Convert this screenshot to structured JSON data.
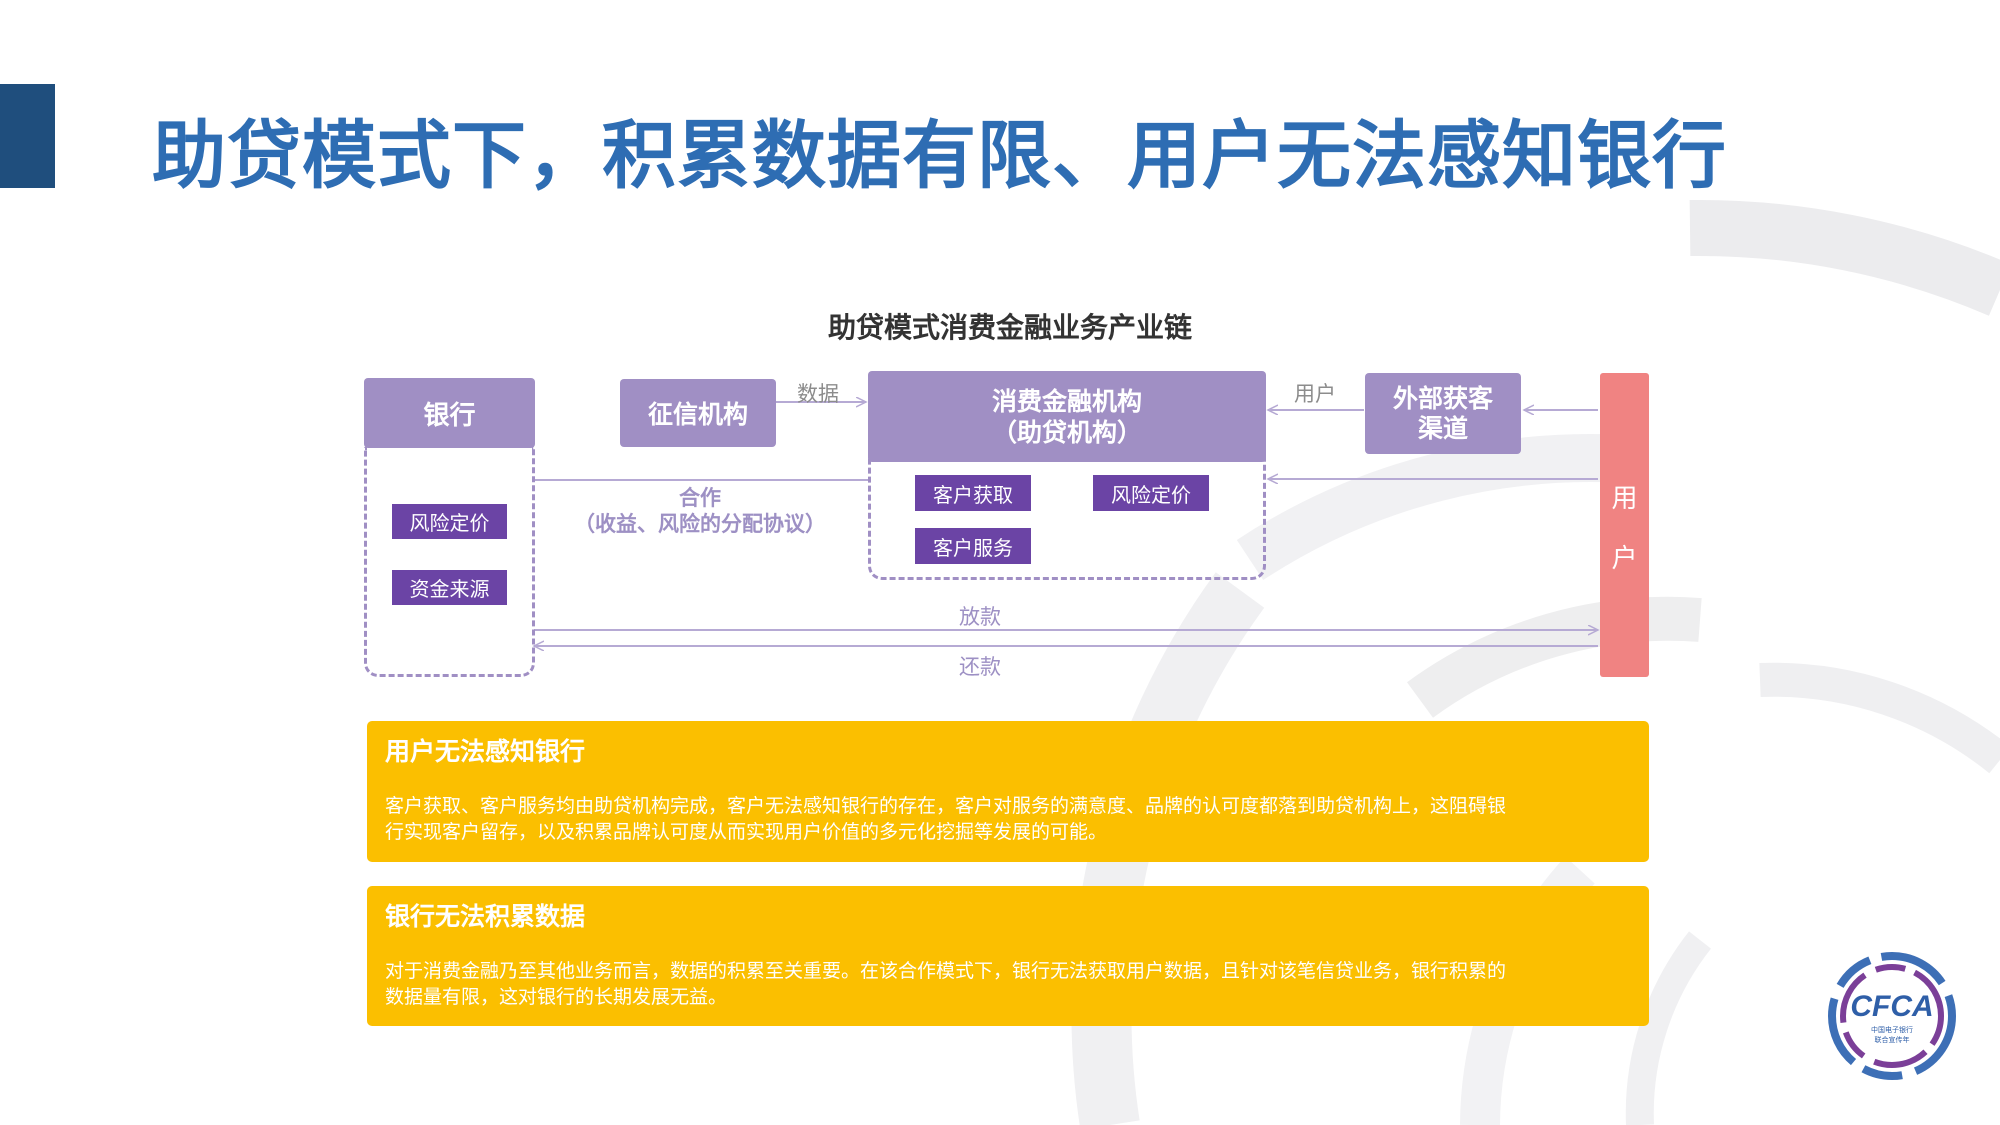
{
  "title": "助贷模式下，积累数据有限、用户无法感知银行",
  "diagram": {
    "title": "助贷模式消费金融业务产业链",
    "nodes": {
      "bank": "银行",
      "credit": "征信机构",
      "consumer_line1": "消费金融机构",
      "consumer_line2": "（助贷机构）",
      "channel_line1": "外部获客",
      "channel_line2": "渠道",
      "user_char1": "用",
      "user_char2": "户"
    },
    "bank_functions": [
      "风险定价",
      "资金来源"
    ],
    "consumer_functions": [
      "客户获取",
      "风险定价",
      "客户服务"
    ],
    "edge_labels": {
      "data": "数据",
      "user": "用户",
      "coop_line1": "合作",
      "coop_line2": "（收益、风险的分配协议）",
      "loan": "放款",
      "repay": "还款"
    }
  },
  "info_boxes": [
    {
      "title": "用户无法感知银行",
      "body_line1": "客户获取、客户服务均由助贷机构完成，客户无法感知银行的存在，客户对服务的满意度、品牌的认可度都落到助贷机构上，这阻碍银",
      "body_line2": "行实现客户留存，以及积累品牌认可度从而实现用户价值的多元化挖掘等发展的可能。"
    },
    {
      "title": "银行无法积累数据",
      "body_line1": "对于消费金融乃至其他业务而言，数据的积累至关重要。在该合作模式下，银行无法获取用户数据，且针对该笔信贷业务，银行积累的",
      "body_line2": "数据量有限，这对银行的长期发展无益。"
    }
  ],
  "logo": {
    "text": "CFCA",
    "caption_line1": "中国电子银行",
    "caption_line2": "联合宣传年"
  },
  "colors": {
    "title": "#2e6db3",
    "accent_bar": "#1f4e7d",
    "node": "#a08fc4",
    "chip": "#6b44a5",
    "user_bar": "#f08382",
    "info_box": "#fbbf00"
  }
}
